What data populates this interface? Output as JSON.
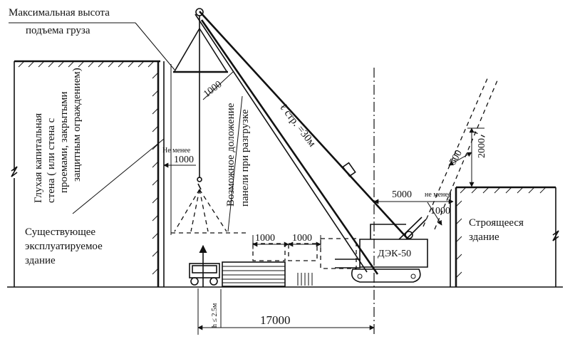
{
  "labels": {
    "max_lift_height_line1": "Максимальная высота",
    "max_lift_height_line2": "подъема груза",
    "blank_wall_line1": "Глухая капитальная",
    "blank_wall_line2": "стена ( или стена с",
    "blank_wall_line3": "проемами, закрытыми",
    "blank_wall_line4": "защитным ограждением)",
    "panel_drift_line1": "Возможное доложение",
    "panel_drift_line2": "панели при разгрузке",
    "existing_building_line1": "Существующее",
    "existing_building_line2": "эксплуатируемое",
    "existing_building_line3": "здание",
    "new_building_line1": "Строящееся",
    "new_building_line2": "здание",
    "boom_length": "ℓ стр. =30м",
    "crane_model": "ДЭК-50",
    "not_less_1": "Не менее",
    "not_less_2": "не менее",
    "height_limit": "h ≤ 2.5м"
  },
  "dimensions": {
    "d_1000_top": "1000",
    "d_1000_wall": "1000",
    "d_1000_left": "1000",
    "d_1000_mid": "1000",
    "d_5000": "5000",
    "d_1000_right": "1000",
    "d_500": "500",
    "d_2000": "2000",
    "d_17000": "17000"
  }
}
